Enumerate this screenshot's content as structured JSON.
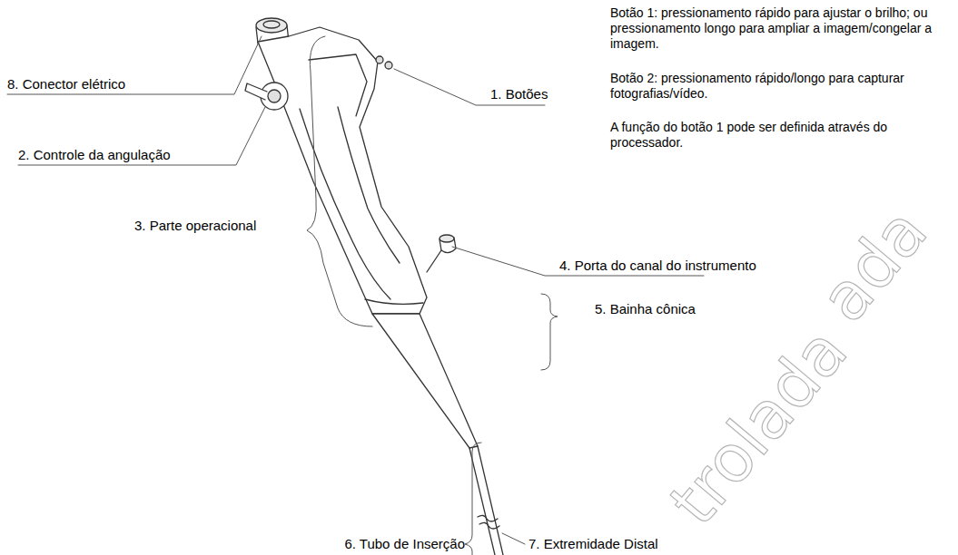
{
  "diagram": {
    "labels": [
      "8. Conector elétrico",
      "1. Botões",
      "Botão 1: pressionamento rápido para ajustar o brilho; ou pressionamento longo para ampliar a imagem/congelar a imagem.",
      "Botão 2: pressionamento rápido/longo para capturar fotografias/vídeo.",
      "A função do botão 1 pode ser definida através do processador.",
      "2. Controle da angulação",
      "3. Parte operacional",
      "4. Porta do canal do instrumento",
      "5. Bainha cônica",
      "7. Extremidade Distal",
      "6. Tubo de Inserção",
      "ada",
      "trolada"
    ]
  }
}
